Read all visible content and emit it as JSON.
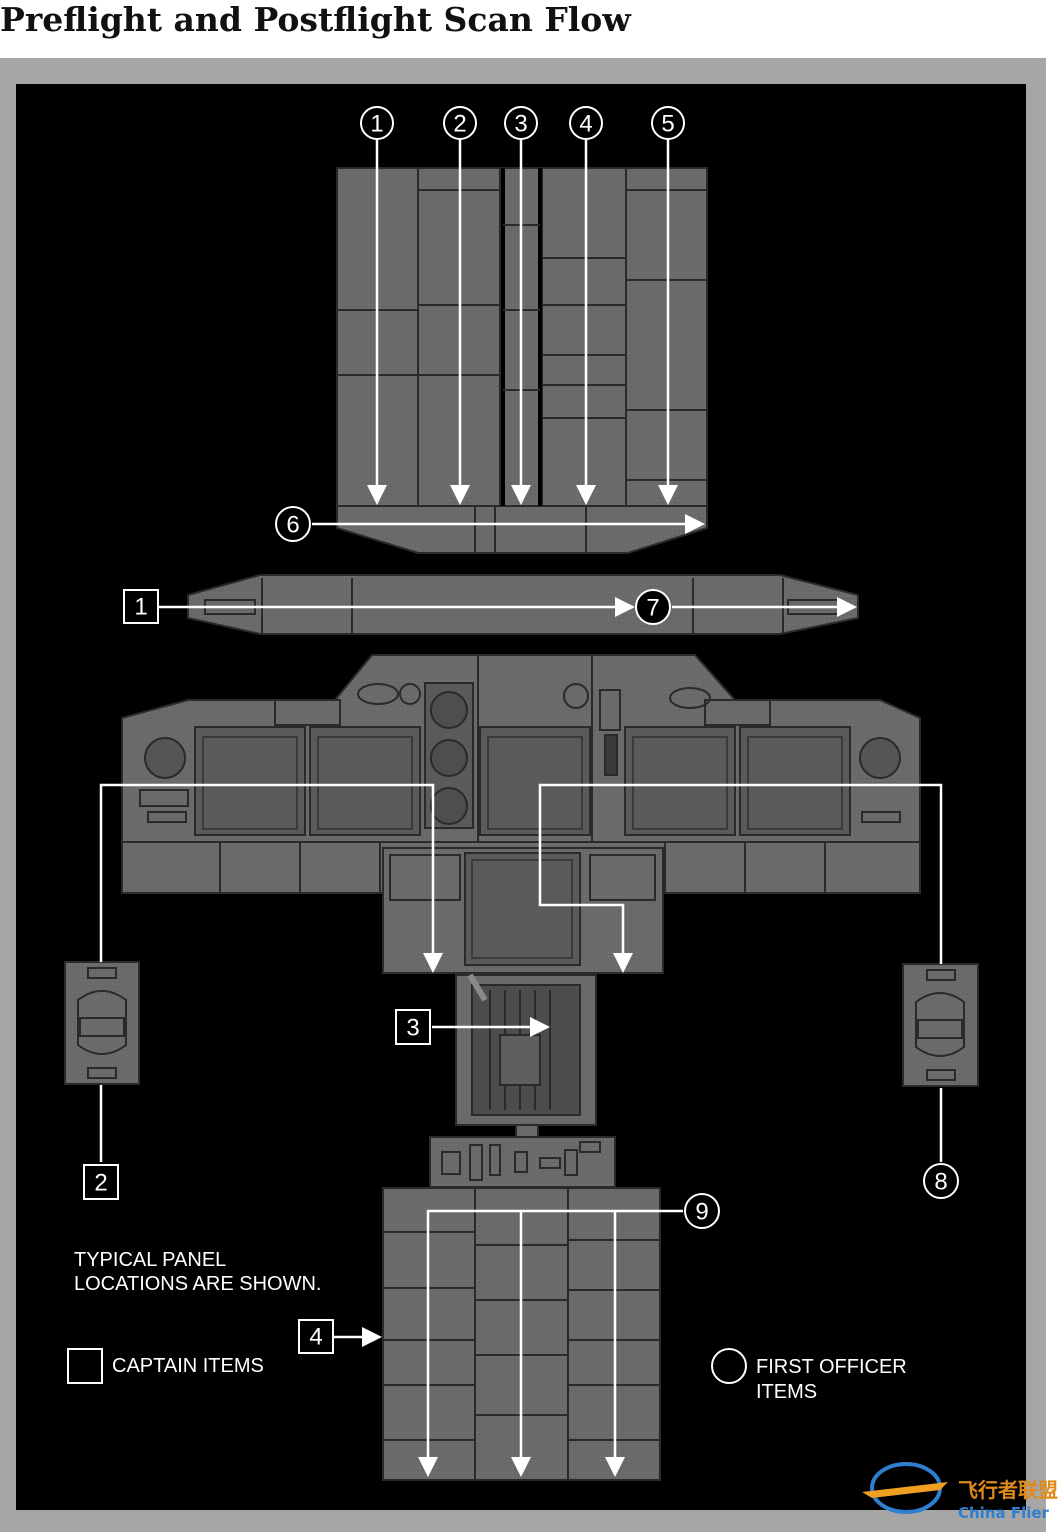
{
  "title": "Preflight and Postflight Scan Flow",
  "colors": {
    "background_frame": "#a6a6a6",
    "diagram_bg": "#000000",
    "panel_fill": "#6b6b6b",
    "panel_line": "#2a2a2a",
    "arrow": "#ffffff",
    "watermark_blue": "#2f7fd0"
  },
  "legend": {
    "note_line1": "TYPICAL PANEL",
    "note_line2": "LOCATIONS ARE SHOWN.",
    "captain_label": "CAPTAIN ITEMS",
    "first_officer_line1": "FIRST OFFICER",
    "first_officer_line2": "ITEMS"
  },
  "captain_markers": [
    "1",
    "2",
    "3",
    "4"
  ],
  "first_officer_markers": [
    "1",
    "2",
    "3",
    "4",
    "5",
    "6",
    "7",
    "8",
    "9"
  ],
  "watermark": {
    "chinese": "飞行者联盟",
    "english": "China Flier"
  }
}
